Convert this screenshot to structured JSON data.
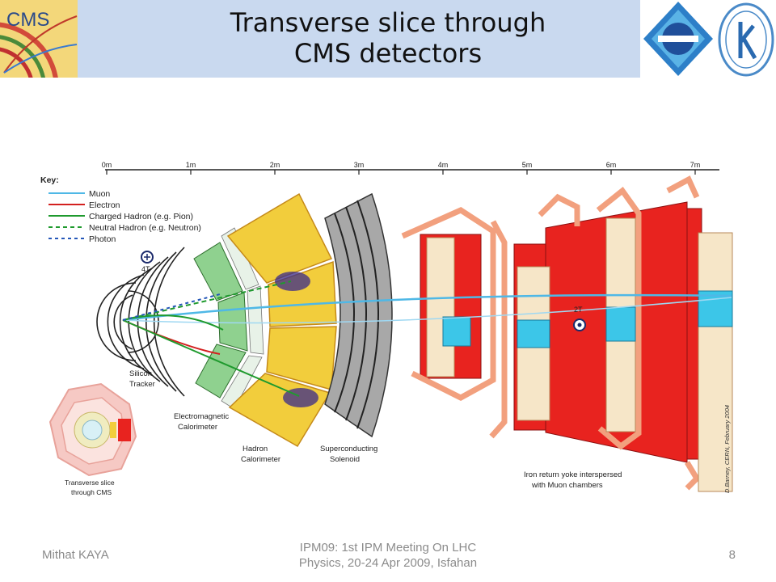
{
  "header": {
    "title_line1": "Transverse slice through",
    "title_line2": "CMS detectors",
    "cms_logo_text": "CMS"
  },
  "diagram": {
    "scale_labels": [
      "0m",
      "1m",
      "2m",
      "3m",
      "4m",
      "5m",
      "6m",
      "7m"
    ],
    "key": {
      "title": "Key:",
      "items": [
        {
          "label": "Muon",
          "color": "#4fb8e6",
          "style": "solid"
        },
        {
          "label": "Electron",
          "color": "#d3201f",
          "style": "solid"
        },
        {
          "label": "Charged Hadron (e.g. Pion)",
          "color": "#1f9a2e",
          "style": "solid"
        },
        {
          "label": "Neutral Hadron (e.g. Neutron)",
          "color": "#1f9a2e",
          "style": "dashed"
        },
        {
          "label": "Photon",
          "color": "#2457b8",
          "style": "dashed"
        }
      ]
    },
    "field_inner": "4T",
    "field_outer": "2T",
    "labels": {
      "tracker_line1": "Silicon",
      "tracker_line2": "Tracker",
      "ecal_line1": "Electromagnetic",
      "ecal_line2": "Calorimeter",
      "hcal_line1": "Hadron",
      "hcal_line2": "Calorimeter",
      "solenoid_line1": "Superconducting",
      "solenoid_line2": "Solenoid",
      "yoke_line1": "Iron return yoke interspersed",
      "yoke_line2": "with Muon chambers",
      "inset_line1": "Transverse slice",
      "inset_line2": "through CMS",
      "credit": "D.Barney, CERN, February 2004"
    },
    "colors": {
      "yoke_red": "#e8231f",
      "yoke_orange": "#f2a07e",
      "hcal_yellow": "#f2cd3c",
      "ecal_green": "#8fd18f",
      "solenoid_gray": "#a8a8a8",
      "chamber_cyan": "#3cc6e8"
    }
  },
  "footer": {
    "author": "Mithat KAYA",
    "meeting_line1": "IPM09: 1st IPM Meeting On LHC",
    "meeting_line2": "Physics, 20-24 Apr 2009, Isfahan",
    "page": "8"
  }
}
